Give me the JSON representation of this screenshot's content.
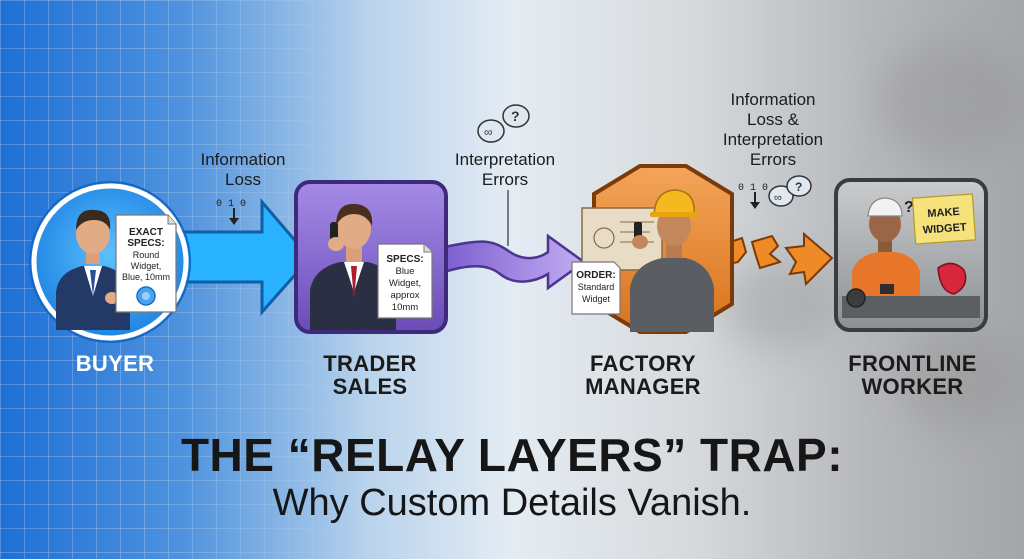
{
  "nodes": {
    "buyer": {
      "label": "BUYER",
      "doc": [
        "EXACT",
        "SPECS:",
        "Round",
        "Widget,",
        "Blue, 10mm"
      ]
    },
    "trader": {
      "label_line1": "TRADER",
      "label_line2": "SALES",
      "doc": [
        "SPECS:",
        "Blue",
        "Widget,",
        "approx",
        "10mm"
      ]
    },
    "factory": {
      "label_line1": "FACTORY",
      "label_line2": "MANAGER",
      "doc": [
        "ORDER:",
        "Standard",
        "Widget"
      ]
    },
    "worker": {
      "label_line1": "FRONTLINE",
      "label_line2": "WORKER",
      "note": [
        "MAKE",
        "WIDGET"
      ]
    }
  },
  "annotations": {
    "info_loss": {
      "line1": "Information",
      "line2": "Loss",
      "bits": "0 1 0"
    },
    "interp_errors": {
      "line1": "Interpretation",
      "line2": "Errors"
    },
    "both": {
      "line1": "Information",
      "line2": "Loss &",
      "line3": "Interpretation",
      "line4": "Errors",
      "bits": "0 1 0"
    }
  },
  "title": {
    "line1": "THE “RELAY LAYERS” TRAP:",
    "line2": "Why Custom Details Vanish."
  },
  "colors": {
    "buyer": "#1f8ef0",
    "trader": "#7c5cc4",
    "factory": "#e8862b",
    "worker": "#8b8d90",
    "arrow_blue": "#29b2ff",
    "arrow_purple": "#9d7fe0",
    "arrow_orange": "#f08a26"
  }
}
